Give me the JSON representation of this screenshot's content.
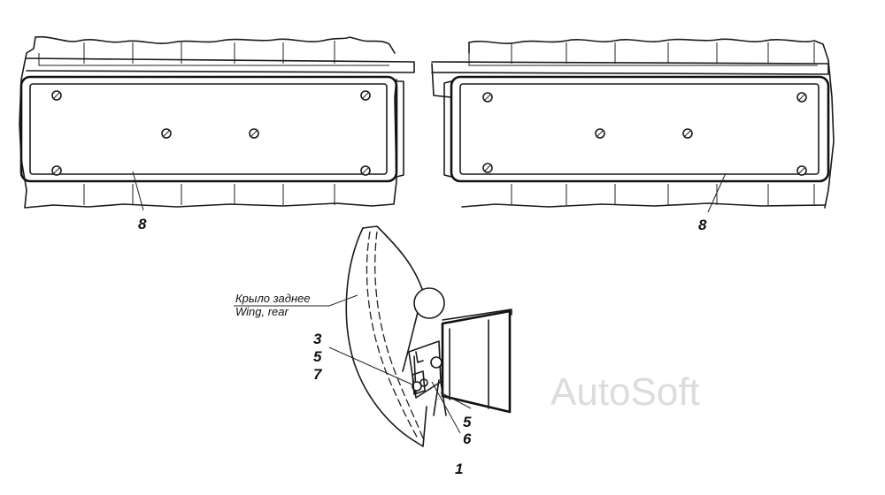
{
  "callouts": {
    "left_plate": "8",
    "right_plate": "8",
    "bracket_a1": "3",
    "bracket_a2": "5",
    "bracket_a3": "7",
    "bracket_b1": "5",
    "bracket_b2": "6",
    "bracket_c": "1"
  },
  "wing_caption": {
    "ru": "Крыло заднее",
    "en": "Wing, rear"
  },
  "watermark": "AutoSoft"
}
